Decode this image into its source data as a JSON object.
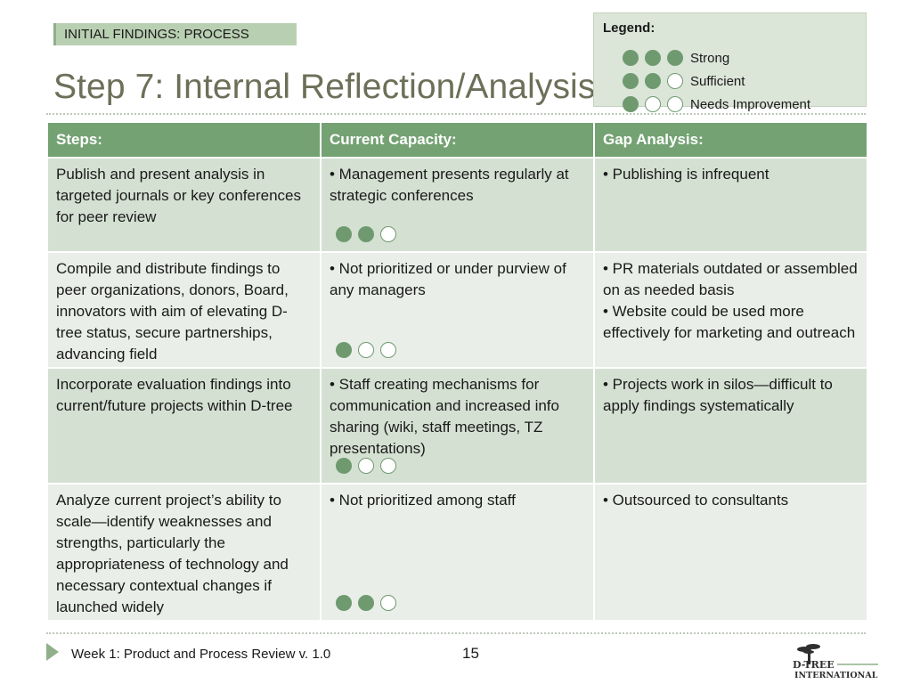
{
  "section_tag": "INITIAL FINDINGS: PROCESS",
  "title": "Step 7: Internal Reflection/Analysis",
  "legend": {
    "title": "Legend:",
    "items": [
      {
        "label": "Strong",
        "rating": 3
      },
      {
        "label": "Sufficient",
        "rating": 2
      },
      {
        "label": "Needs Improvement",
        "rating": 1
      }
    ]
  },
  "table": {
    "headers": [
      "Steps:",
      "Current Capacity:",
      "Gap Analysis:"
    ],
    "rows": [
      {
        "step": "Publish and present analysis in targeted journals or key conferences for peer review",
        "capacity": "• Management presents regularly at strategic conferences",
        "gap": "• Publishing is infrequent",
        "rating": 2
      },
      {
        "step": "Compile and distribute findings to peer organizations, donors, Board, innovators with aim of elevating D-tree status, secure partnerships, advancing field",
        "capacity": "• Not prioritized or under purview of any managers",
        "gap": "• PR materials outdated or assembled on as needed basis\n• Website could be used more effectively for marketing and outreach",
        "rating": 1
      },
      {
        "step": "Incorporate evaluation findings into current/future projects within D-tree",
        "capacity": "• Staff creating mechanisms for communication and   increased info sharing (wiki, staff meetings, TZ presentations)",
        "gap": "• Projects work in silos—difficult to apply findings systematically",
        "rating": 1
      },
      {
        "step": "Analyze current project’s ability to scale—identify weaknesses and strengths, particularly the appropriateness of technology and necessary contextual changes if launched widely",
        "capacity": "• Not prioritized among staff",
        "gap": "• Outsourced to consultants",
        "rating": 2
      }
    ]
  },
  "footer": {
    "text": "Week 1: Product and Process Review v. 1.0",
    "page_number": "15"
  },
  "logo": {
    "line1": "D-TREE",
    "line2": "INTERNATIONAL"
  },
  "colors": {
    "accent": "#74a273",
    "dot_filled": "#6f9a6f",
    "row_odd": "#d4e1d2",
    "row_even": "#e9eee8",
    "title": "#6b7058"
  }
}
